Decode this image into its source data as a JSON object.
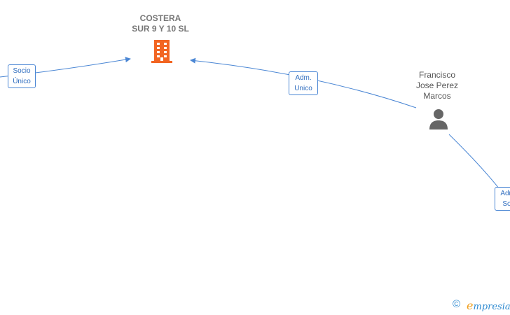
{
  "company": {
    "name_lines": [
      "COSTERA",
      "SUR 9 Y 10  SL"
    ],
    "icon": "building-icon",
    "color": "#f26522"
  },
  "person": {
    "name_lines": [
      "Francisco",
      "Jose Perez",
      "Marcos"
    ],
    "icon": "person-icon",
    "color": "#666666"
  },
  "edges": [
    {
      "id": "socio-unico",
      "label_lines": [
        "Socio",
        "Único"
      ]
    },
    {
      "id": "adm-unico",
      "label_lines": [
        "Adm.",
        "Unico"
      ]
    },
    {
      "id": "adm-sol",
      "label_lines": [
        "Adm.",
        "Sol."
      ]
    }
  ],
  "footer": {
    "copyright_symbol": "©",
    "brand_first": "e",
    "brand_rest": "mpresia"
  },
  "colors": {
    "edge": "#4a86d4",
    "label_text": "#2f6dbf",
    "brand": "#2e8ad0",
    "brand_accent": "#f0a020"
  }
}
